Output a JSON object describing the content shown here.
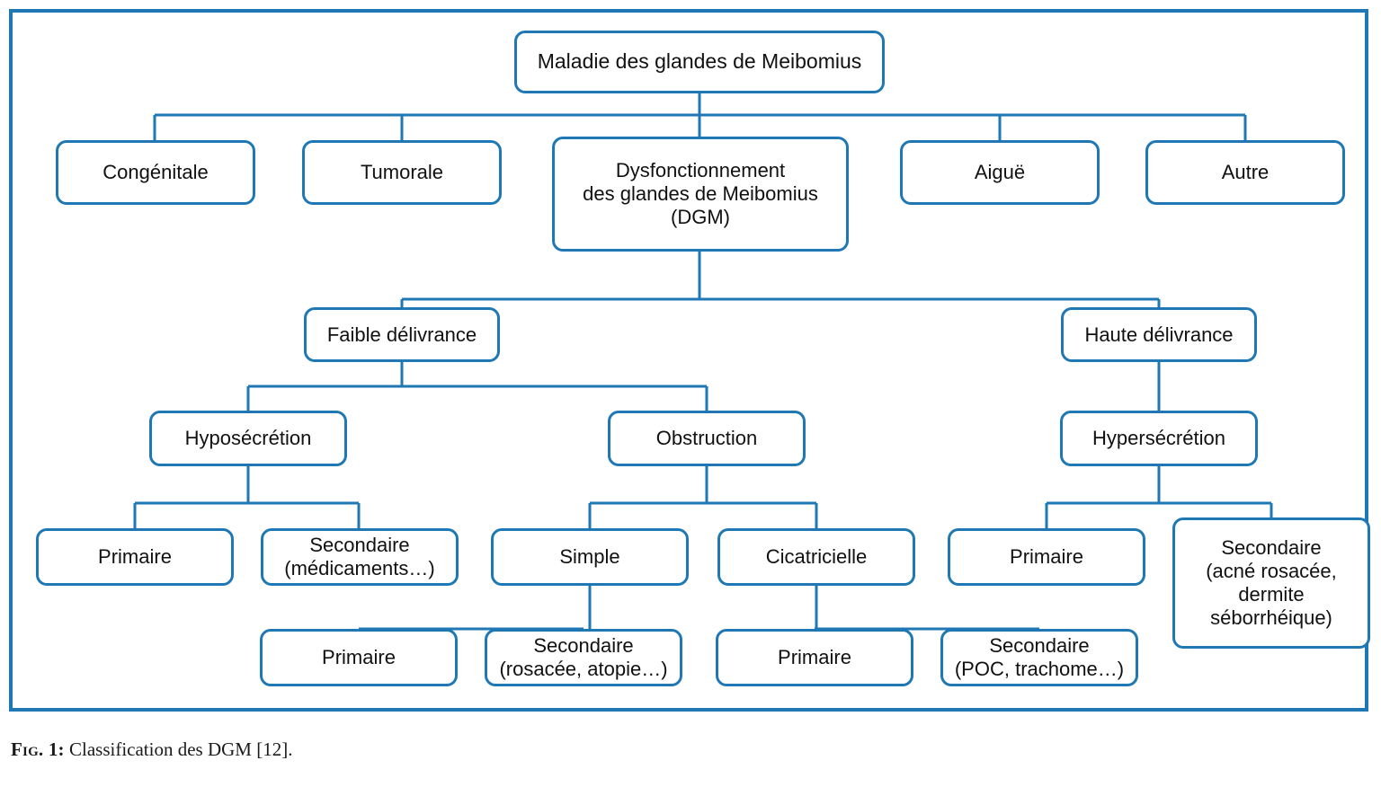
{
  "figure": {
    "caption_prefix": "Fig. 1:",
    "caption_text": "Classification des DGM [12].",
    "accent_color": "#1f77b4",
    "border_color": "#1f77b4",
    "text_color": "#111111",
    "background_color": "#ffffff"
  },
  "chart_data": {
    "type": "diagram",
    "title": "Classification des DGM",
    "root": "Maladie des glandes de Meibomius",
    "levels": 6,
    "nodes": [
      {
        "id": "root",
        "label": "Maladie des glandes de Meibomius",
        "level": 0,
        "parent": null
      },
      {
        "id": "congenitale",
        "label": "Congénitale",
        "level": 1,
        "parent": "root"
      },
      {
        "id": "tumorale",
        "label": "Tumorale",
        "level": 1,
        "parent": "root"
      },
      {
        "id": "dgm",
        "label": "Dysfonctionnement des glandes de Meibomius (DGM)",
        "level": 1,
        "parent": "root"
      },
      {
        "id": "aigue",
        "label": "Aiguë",
        "level": 1,
        "parent": "root"
      },
      {
        "id": "autre",
        "label": "Autre",
        "level": 1,
        "parent": "root"
      },
      {
        "id": "faible",
        "label": "Faible délivrance",
        "level": 2,
        "parent": "dgm"
      },
      {
        "id": "haute",
        "label": "Haute délivrance",
        "level": 2,
        "parent": "dgm"
      },
      {
        "id": "hyposecretion",
        "label": "Hyposécrétion",
        "level": 3,
        "parent": "faible"
      },
      {
        "id": "obstruction",
        "label": "Obstruction",
        "level": 3,
        "parent": "faible"
      },
      {
        "id": "hypersecretion",
        "label": "Hypersécrétion",
        "level": 3,
        "parent": "haute"
      },
      {
        "id": "hypo-primaire",
        "label": "Primaire",
        "level": 4,
        "parent": "hyposecretion"
      },
      {
        "id": "hypo-secondaire",
        "label": "Secondaire (médicaments…)",
        "level": 4,
        "parent": "hyposecretion"
      },
      {
        "id": "simple",
        "label": "Simple",
        "level": 4,
        "parent": "obstruction"
      },
      {
        "id": "cicatricielle",
        "label": "Cicatricielle",
        "level": 4,
        "parent": "obstruction"
      },
      {
        "id": "hyper-primaire",
        "label": "Primaire",
        "level": 4,
        "parent": "hypersecretion"
      },
      {
        "id": "hyper-secondaire",
        "label": "Secondaire (acné rosacée, dermite séborrhéique)",
        "level": 4,
        "parent": "hypersecretion"
      },
      {
        "id": "simple-primaire",
        "label": "Primaire",
        "level": 5,
        "parent": "simple"
      },
      {
        "id": "simple-secondaire",
        "label": "Secondaire (rosacée, atopie…)",
        "level": 5,
        "parent": "simple"
      },
      {
        "id": "cic-primaire",
        "label": "Primaire",
        "level": 5,
        "parent": "cicatricielle"
      },
      {
        "id": "cic-secondaire",
        "label": "Secondaire (POC, trachome…)",
        "level": 5,
        "parent": "cicatricielle"
      }
    ]
  },
  "boxes": {
    "root": {
      "line1": "Maladie des glandes de Meibomius"
    },
    "congenitale": {
      "line1": "Congénitale"
    },
    "tumorale": {
      "line1": "Tumorale"
    },
    "dgm": {
      "line1": "Dysfonctionnement",
      "line2": "des glandes de Meibomius",
      "line3": "(DGM)"
    },
    "aigue": {
      "line1": "Aiguë"
    },
    "autre": {
      "line1": "Autre"
    },
    "faible": {
      "line1": "Faible délivrance"
    },
    "haute": {
      "line1": "Haute délivrance"
    },
    "hyposecretion": {
      "line1": "Hyposécrétion"
    },
    "obstruction": {
      "line1": "Obstruction"
    },
    "hypersecretion": {
      "line1": "Hypersécrétion"
    },
    "hypo_primaire": {
      "line1": "Primaire"
    },
    "hypo_secondaire": {
      "line1": "Secondaire",
      "line2": "(médicaments…)"
    },
    "simple": {
      "line1": "Simple"
    },
    "cicatricielle": {
      "line1": "Cicatricielle"
    },
    "hyper_primaire": {
      "line1": "Primaire"
    },
    "hyper_secondaire": {
      "line1": "Secondaire",
      "line2": "(acné rosacée,",
      "line3": "dermite",
      "line4": "séborrhéique)"
    },
    "simple_primaire": {
      "line1": "Primaire"
    },
    "simple_secondaire": {
      "line1": "Secondaire",
      "line2": "(rosacée, atopie…)"
    },
    "cic_primaire": {
      "line1": "Primaire"
    },
    "cic_secondaire": {
      "line1": "Secondaire",
      "line2": "(POC, trachome…)"
    }
  }
}
